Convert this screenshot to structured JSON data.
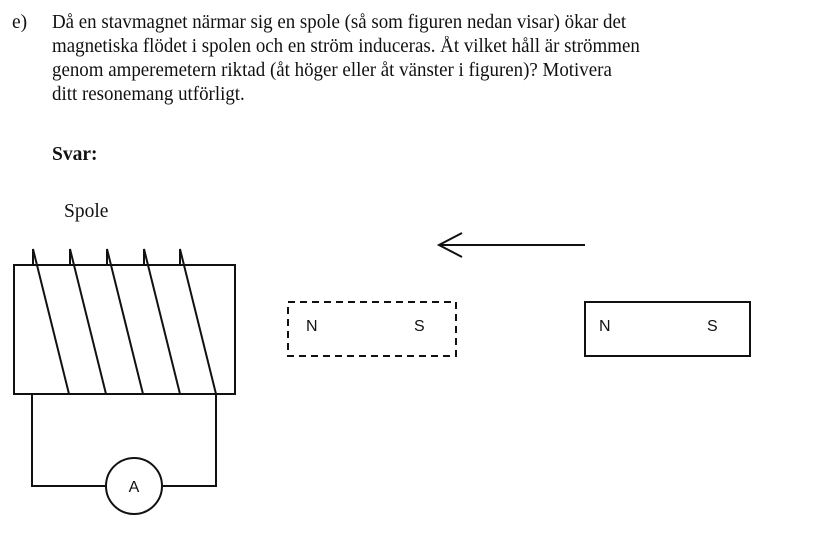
{
  "question": {
    "label": "e)",
    "lines": [
      "Då en stavmagnet närmar sig en spole (så som figuren nedan visar) ökar det",
      "magnetiska flödet i spolen och en ström induceras. Åt vilket håll är strömmen",
      "genom amperemetern riktad (åt höger eller åt vänster i figuren)? Motivera",
      "ditt resonemang utförligt."
    ]
  },
  "answer_label": "Svar:",
  "figure": {
    "coil_label": "Spole",
    "ammeter_label": "A",
    "magnet_ghost": {
      "north": "N",
      "south": "S"
    },
    "magnet": {
      "north": "N",
      "south": "S"
    },
    "motion_direction": "left"
  }
}
